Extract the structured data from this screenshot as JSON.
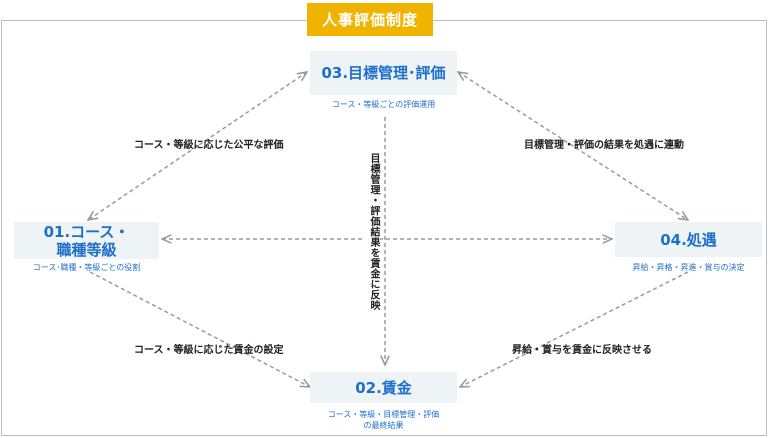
{
  "title": "人事評価制度",
  "nodes": {
    "n01": {
      "label": "01.コース・職種等級",
      "sub": "コース･職種・等級ごとの役割"
    },
    "n02": {
      "label": "02.賃金",
      "sub_line1": "コース・等級・目標管理・評価",
      "sub_line2": "の最終結果"
    },
    "n03": {
      "label": "03.目標管理･評価",
      "sub": "コース・等級ごとの評価運用"
    },
    "n04": {
      "label": "04.処遇",
      "sub": "昇給・昇格・昇進・賞与の決定"
    }
  },
  "edges": {
    "top_left": "コース・等級に応じた公平な評価",
    "top_right": "目標管理・評価の結果を処遇に連動",
    "bottom_left": "コース・等級に応じた賃金の設定",
    "bottom_right": "昇給・賞与を賃金に反映させる",
    "center_vertical": "目標管理・評価結果を賃金に反映"
  },
  "colors": {
    "accent": "#f0b400",
    "node_text": "#1d6fcc",
    "node_fill": "#eef3f6",
    "arrow": "#9a9a9a"
  }
}
